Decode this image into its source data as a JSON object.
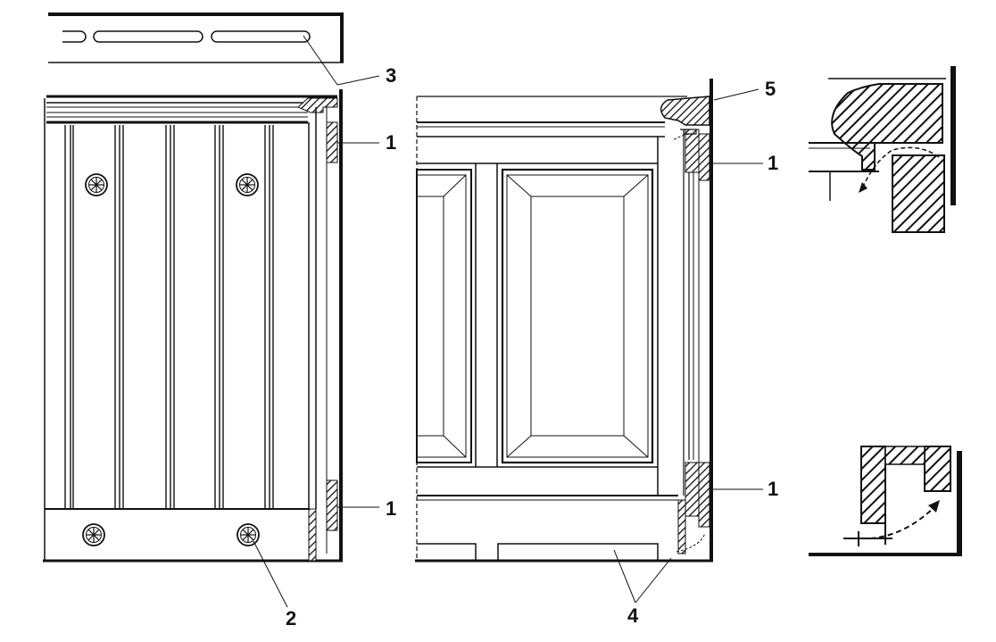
{
  "callouts": {
    "c1a": "1",
    "c1b": "1",
    "c1c": "1",
    "c1d": "1",
    "c2": "2",
    "c3": "3",
    "c4": "4",
    "c5": "5"
  },
  "colors": {
    "ink": "#111111",
    "paper": "#ffffff"
  }
}
